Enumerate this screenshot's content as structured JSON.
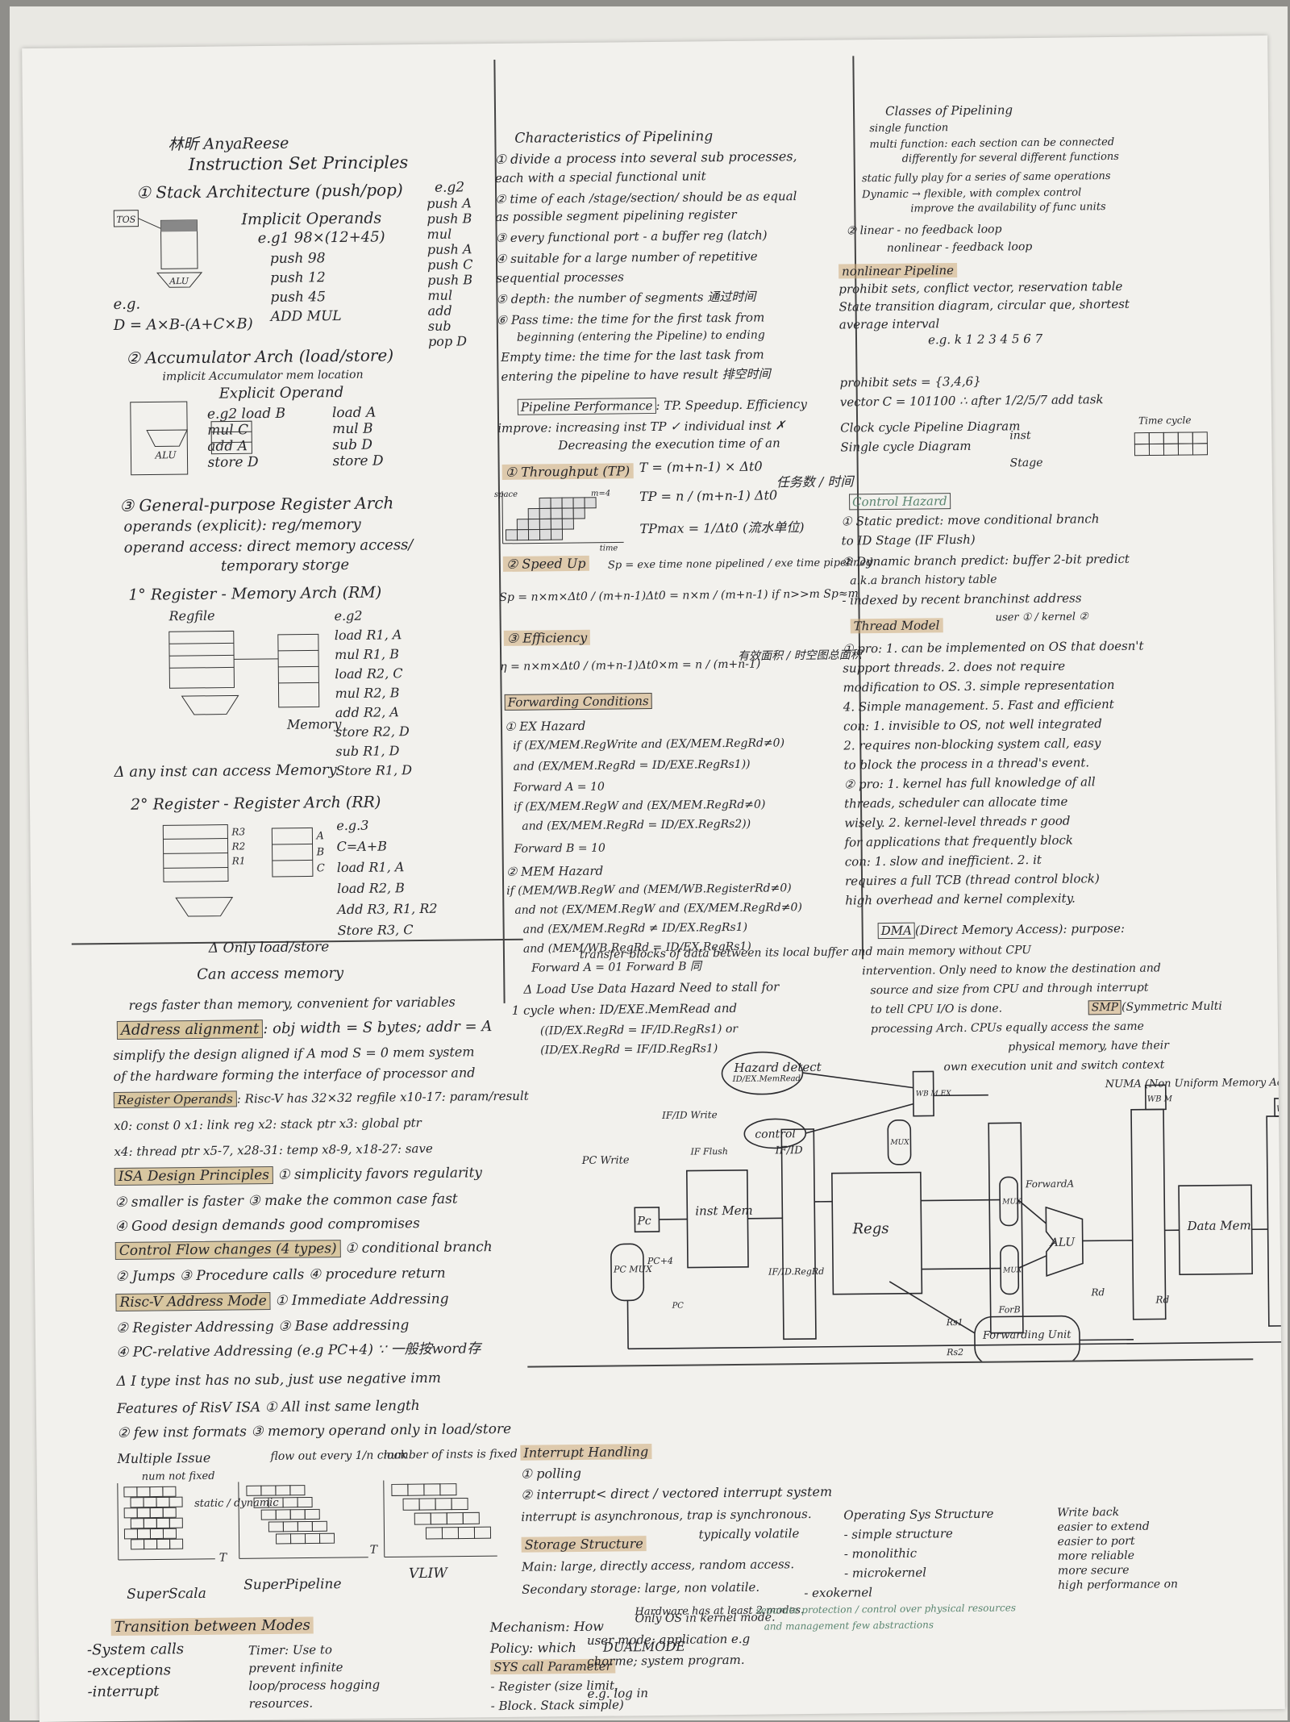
{
  "col1": {
    "author": "林昕 AnyaReese",
    "title": "Instruction Set Principles",
    "stack_heading": "① Stack Architecture (push/pop)",
    "implicit_ops": "Implicit Operands",
    "eg1": "e.g1 98×(12+45)",
    "push98": "push 98",
    "push12": "push 12",
    "push45": "push 45",
    "add_mul": "ADD  MUL",
    "eg2_label": "e.g2",
    "eg2_ops": [
      "push A",
      "push B",
      "mul",
      "push A",
      "push C",
      "push B",
      "mul",
      "add",
      "sub",
      "pop D"
    ],
    "d_expr": "D = A×B-(A+C×B)",
    "eg_dot": "e.g.",
    "tos": "TOS",
    "alu": "ALU",
    "acc_heading": "② Accumulator Arch (load/store)",
    "acc_sub": "implicit Accumulator  mem location",
    "explicit": "Explicit Operand",
    "acc_eg2": [
      "e.g2 load B",
      "mul C",
      "add A",
      "store D"
    ],
    "acc_eg_right": [
      "load A",
      "mul B",
      "sub D",
      "store D"
    ],
    "gpr_heading": "③ General-purpose Register Arch",
    "gpr_1": "operands (explicit): reg/memory",
    "gpr_2": "operand access: direct memory access/",
    "gpr_3": "temporary storge",
    "rm_heading": "1° Register - Memory Arch (RM)",
    "regfile": "Regfile",
    "memory": "Memory",
    "rm_eg": [
      "e.g2",
      "load R1, A",
      "mul R1, B",
      "load R2, C",
      "mul R2, B",
      "add R2, A",
      "store R2, D",
      "sub R1, D",
      "Store R1, D"
    ],
    "rm_note": "Δ any inst can access Memory",
    "rr_heading": "2° Register - Register Arch (RR)",
    "rr_eg": [
      "e.g.3",
      "C=A+B",
      "load R1, A",
      "load R2, B",
      "Add R3, R1, R2",
      "Store R3, C"
    ],
    "rr_regs": [
      "R3",
      "R2",
      "R1"
    ],
    "rr_mem": [
      "A",
      "B",
      "C"
    ],
    "rr_note1": "Δ Only load/store",
    "rr_note2": "Can access memory",
    "regs_faster": "regs faster than memory, convenient for variables",
    "addr_align": "Address alignment",
    "addr_align_txt": ": obj width = S bytes; addr = A",
    "addr_align_2": "simplify the design  aligned if A mod S = 0   mem system",
    "addr_align_3": "of the hardware forming the interface of processor and",
    "reg_ops": "Register Operands",
    "reg_ops_txt": ": Risc-V has 32×32 regfile  x10-17: param/result",
    "reg_ops_2": "x0: const 0  x1: link reg  x2: stack ptr  x3: global ptr",
    "reg_ops_3": "x4: thread ptr  x5-7, x28-31: temp  x8-9, x18-27: save",
    "isa_design": "ISA Design Principles",
    "isa_design_1": "① simplicity favors regularity",
    "isa_design_2": "② smaller is faster ③ make the common case fast",
    "isa_design_3": "④ Good design demands good compromises",
    "cfc": "Control Flow changes (4 types)",
    "cfc_1": "① conditional branch",
    "cfc_2": "② Jumps ③ Procedure calls ④ procedure return",
    "riscv_addr": "Risc-V Address Mode",
    "riscv_addr_1": "① Immediate Addressing",
    "riscv_addr_2": "② Register Addressing       ③ Base addressing",
    "riscv_addr_3": "④ PC-relative Addressing (e.g PC+4)  ∵ 一般按word存",
    "itype_note": "Δ I type inst has no sub, just use negative imm",
    "features": "Features of RisV ISA",
    "features_1": "① All inst same length",
    "features_2": "② few inst formats ③ memory operand only in load/store",
    "multi_issue": "Multiple Issue",
    "num_not_fixed": "num not fixed",
    "static_dyn": "static / dynamic",
    "flow_out": "flow out every 1/n clock",
    "num_insts_fixed": "number of insts is fixed",
    "superscala": "SuperScala",
    "superpipeline": "SuperPipeline",
    "vliw": "VLIW",
    "t_label": "T",
    "transition": "Transition between Modes",
    "trans_items": [
      "-System calls",
      "-exceptions",
      "-interrupt"
    ],
    "timer": "Timer: Use to",
    "timer_2": "prevent infinite",
    "timer_3": "loop/process hogging",
    "timer_4": "resources."
  },
  "col2": {
    "char_heading": "Characteristics of Pipelining",
    "c1": "① divide a process into several sub processes,",
    "c1b": "each with a special functional unit",
    "c2": "② time of each /stage/section/ should be as equal",
    "c2b": "as possible  segment   pipelining register",
    "c3": "③ every functional port - a buffer reg (latch)",
    "c4": "④ suitable for a large number of repetitive",
    "c4b": "sequential processes",
    "c5": "⑤ depth: the number of segments  通过时间",
    "c6": "⑥ Pass time: the time for the first task from",
    "c6b": "beginning (entering the Pipeline) to ending",
    "c7": "Empty time: the time for the last task from",
    "c7b": "entering the pipeline to have result  排空时间",
    "perf_heading": "Pipeline Performance",
    "perf_txt": ": TP. Speedup. Efficiency",
    "perf_improve": "improve: increasing inst TP ✓  individual inst ✗",
    "perf_improve2": "Decreasing the execution time of an",
    "tp": "① Throughput (TP)",
    "tp_f1": "T = (m+n-1) × Δt0",
    "tp_f2": "TP = n / (m+n-1) Δt0",
    "tp_cn": "任务数 / 时间",
    "tp_max": "TPmax = 1/Δt0 (流水单位)",
    "space": "space",
    "time": "time",
    "m4": "m=4",
    "speedup": "② Speed Up",
    "sp_def": "Sp = exe time none pipelined / exe time pipelined",
    "sp_f": "Sp = n×m×Δt0 / (m+n-1)Δt0 = n×m / (m+n-1)   if n>>m Sp≈m",
    "eff": "③ Efficiency",
    "eff_f": "η = n×m×Δt0 / (m+n-1)Δt0×m = n / (m+n-1)",
    "eff_cn": "有效面积 / 时空图总面积",
    "fwd_heading": "Forwarding Conditions",
    "ex_haz": "① EX Hazard",
    "ex1": "if (EX/MEM.RegWrite and (EX/MEM.RegRd≠0)",
    "ex2": "and (EX/MEM.RegRd = ID/EXE.RegRs1))",
    "ex3": "Forward A = 10",
    "ex4": "if (EX/MEM.RegW and (EX/MEM.RegRd≠0)",
    "ex5": "and (EX/MEM.RegRd = ID/EX.RegRs2))",
    "ex6": "Forward B = 10",
    "mem_haz": "② MEM Hazard",
    "m1": "if (MEM/WB.RegW and (MEM/WB.RegisterRd≠0)",
    "m2": "and not (EX/MEM.RegW and (EX/MEM.RegRd≠0)",
    "m3": "and (EX/MEM.RegRd ≠ ID/EX.RegRs1)",
    "m4l": "and (MEM/WB.RegRd = ID/EX.RegRs1)",
    "m5": "Forward A = 01        Forward B 同",
    "loaduse": "Δ Load Use  Data Hazard  Need to stall for",
    "loaduse2": "1 cycle  when: ID/EXE.MemRead  and",
    "loaduse3": "((ID/EX.RegRd = IF/ID.RegRs1) or",
    "loaduse4": "(ID/EX.RegRd = IF/ID.RegRs1)",
    "interrupt": "Interrupt Handling",
    "int1": "① polling",
    "int2": "② interrupt< direct / vectored interrupt system",
    "int3": "interrupt is asynchronous, trap is synchronous.",
    "storage": "Storage Structure",
    "typ_volatile": "typically volatile",
    "st1": "Main: large, directly access, random access.",
    "st2": "Secondary storage: large, non volatile.",
    "mechanism": "Mechanism: How",
    "policy": "Policy: which",
    "hw_has": "Hardware has at least 2 modes.",
    "dual": "DUALMODE",
    "syscall_param": "SYS call Parameter",
    "sp1": "- Register (size limit,",
    "sp2": "- Block. Stack  simple)"
  },
  "col3": {
    "classes": "Classes of Pipelining",
    "cl1": "single function",
    "cl2": "multi function: each section can be connected",
    "cl3": "differently for several different functions",
    "cl4": "static  fully play for a series of same operations",
    "cl5": "Dynamic → flexible, with complex control",
    "cl6": "improve the availability of func units",
    "cl7": "② linear - no feedback loop",
    "cl8": "nonlinear - feedback loop",
    "nonlinear": "nonlinear Pipeline",
    "nl1": "prohibit sets, conflict vector, reservation table",
    "nl2": "State transition diagram, circular que, shortest",
    "nl3": "average interval",
    "nl_eg": "e.g.  k  1  2  3  4  5  6  7",
    "prohibit": "prohibit sets = {3,4,6}",
    "vector": "vector C = 101100   ∴ after 1/2/5/7 add task",
    "clock_cycle": "Clock cycle Pipeline Diagram",
    "time_cycle": "Time cycle",
    "single_cycle": "Single cycle Diagram",
    "inst": "inst",
    "stage": "Stage",
    "control_hazard": "Control Hazard",
    "ch1": "① Static predict: move conditional branch",
    "ch2": "to ID Stage (IF Flush)",
    "ch3": "② Dynamic branch predict: buffer 2-bit predict",
    "ch4": "a.k.a branch history table",
    "ch5": "- indexed by recent branchinst address",
    "thread_model": "Thread Model",
    "user_kernel": "user ① / kernel ②",
    "t1": "① pro: 1. can be implemented on OS that doesn't",
    "t2": "support threads. 2. does not require",
    "t3": "modification to OS. 3. simple representation",
    "t4": "4. Simple management. 5. Fast and efficient",
    "t5": "con: 1. invisible to OS, not well integrated",
    "t6": "2. requires non-blocking system call, easy",
    "t7": "to block the process in a thread's event.",
    "t8": "② pro: 1. kernel has full knowledge of all",
    "t9": "threads, scheduler can allocate time",
    "t10": "wisely. 2. kernel-level threads r good",
    "t11": "for applications that frequently block",
    "t12": "con: 1. slow and inefficient. 2. it",
    "t13": "requires a full TCB (thread control block)",
    "t14": "high overhead and kernel complexity.",
    "dma": "DMA",
    "dma1": "(Direct Memory Access): purpose:",
    "dma2": "transfer blocks of data between its local buffer and main memory without CPU",
    "dma3": "intervention. Only need to know the destination and",
    "dma4": "source and size from CPU and through interrupt",
    "dma5": "to tell CPU I/O is done.",
    "smp": "SMP",
    "smp1": "(Symmetric Multi",
    "smp2": "processing Arch. CPUs equally access the same",
    "smp3": "physical memory, have their",
    "smp4": "own execution unit and switch context",
    "numa": "NUMA (Non Uniform Memory Access)",
    "os_struct": "Operating Sys Structure",
    "os1": "- simple structure",
    "os2": "- monolithic",
    "os3": "- microkernel",
    "os4": "- exokernel",
    "os_right": [
      "Write back",
      "easier to extend",
      "easier to port",
      "more reliable",
      "more secure",
      "high performance on"
    ],
    "os_sep": "separate protection / control over physical resources",
    "os_sep2": "and management  few abstractions",
    "only_os": "Only OS in kernel mode.",
    "user_mode": "user mode: application e.g",
    "user_mode2": "chorme; system program.",
    "eg_login": "e.g. log in"
  },
  "datapath": {
    "hazard": "Hazard detect",
    "control": "control",
    "pc": "Pc",
    "pc_write": "PC Write",
    "ifid_write": "IF/ID Write",
    "if_flush": "IF Flush",
    "ifid": "IF/ID",
    "inst_mem": "inst Mem",
    "regs": "Regs",
    "alu": "ALU",
    "data_mem": "Data Mem",
    "mux": "MUX",
    "wb_m_ex": "WB M EX",
    "wb_m": "WB M",
    "wb": "WB",
    "forward_a": "ForwardA",
    "forward_b": "ForB",
    "fwd_unit": "Forwarding Unit",
    "rs1": "Rs1",
    "rs2": "Rs2",
    "rd": "Rd",
    "pc_mux": "PC MUX",
    "pc4": "PC+4",
    "ifid_regrd": "IF/ID.RegRd",
    "id_ex_memread": "ID/EX.MemRead",
    "pc_small": "PC"
  }
}
